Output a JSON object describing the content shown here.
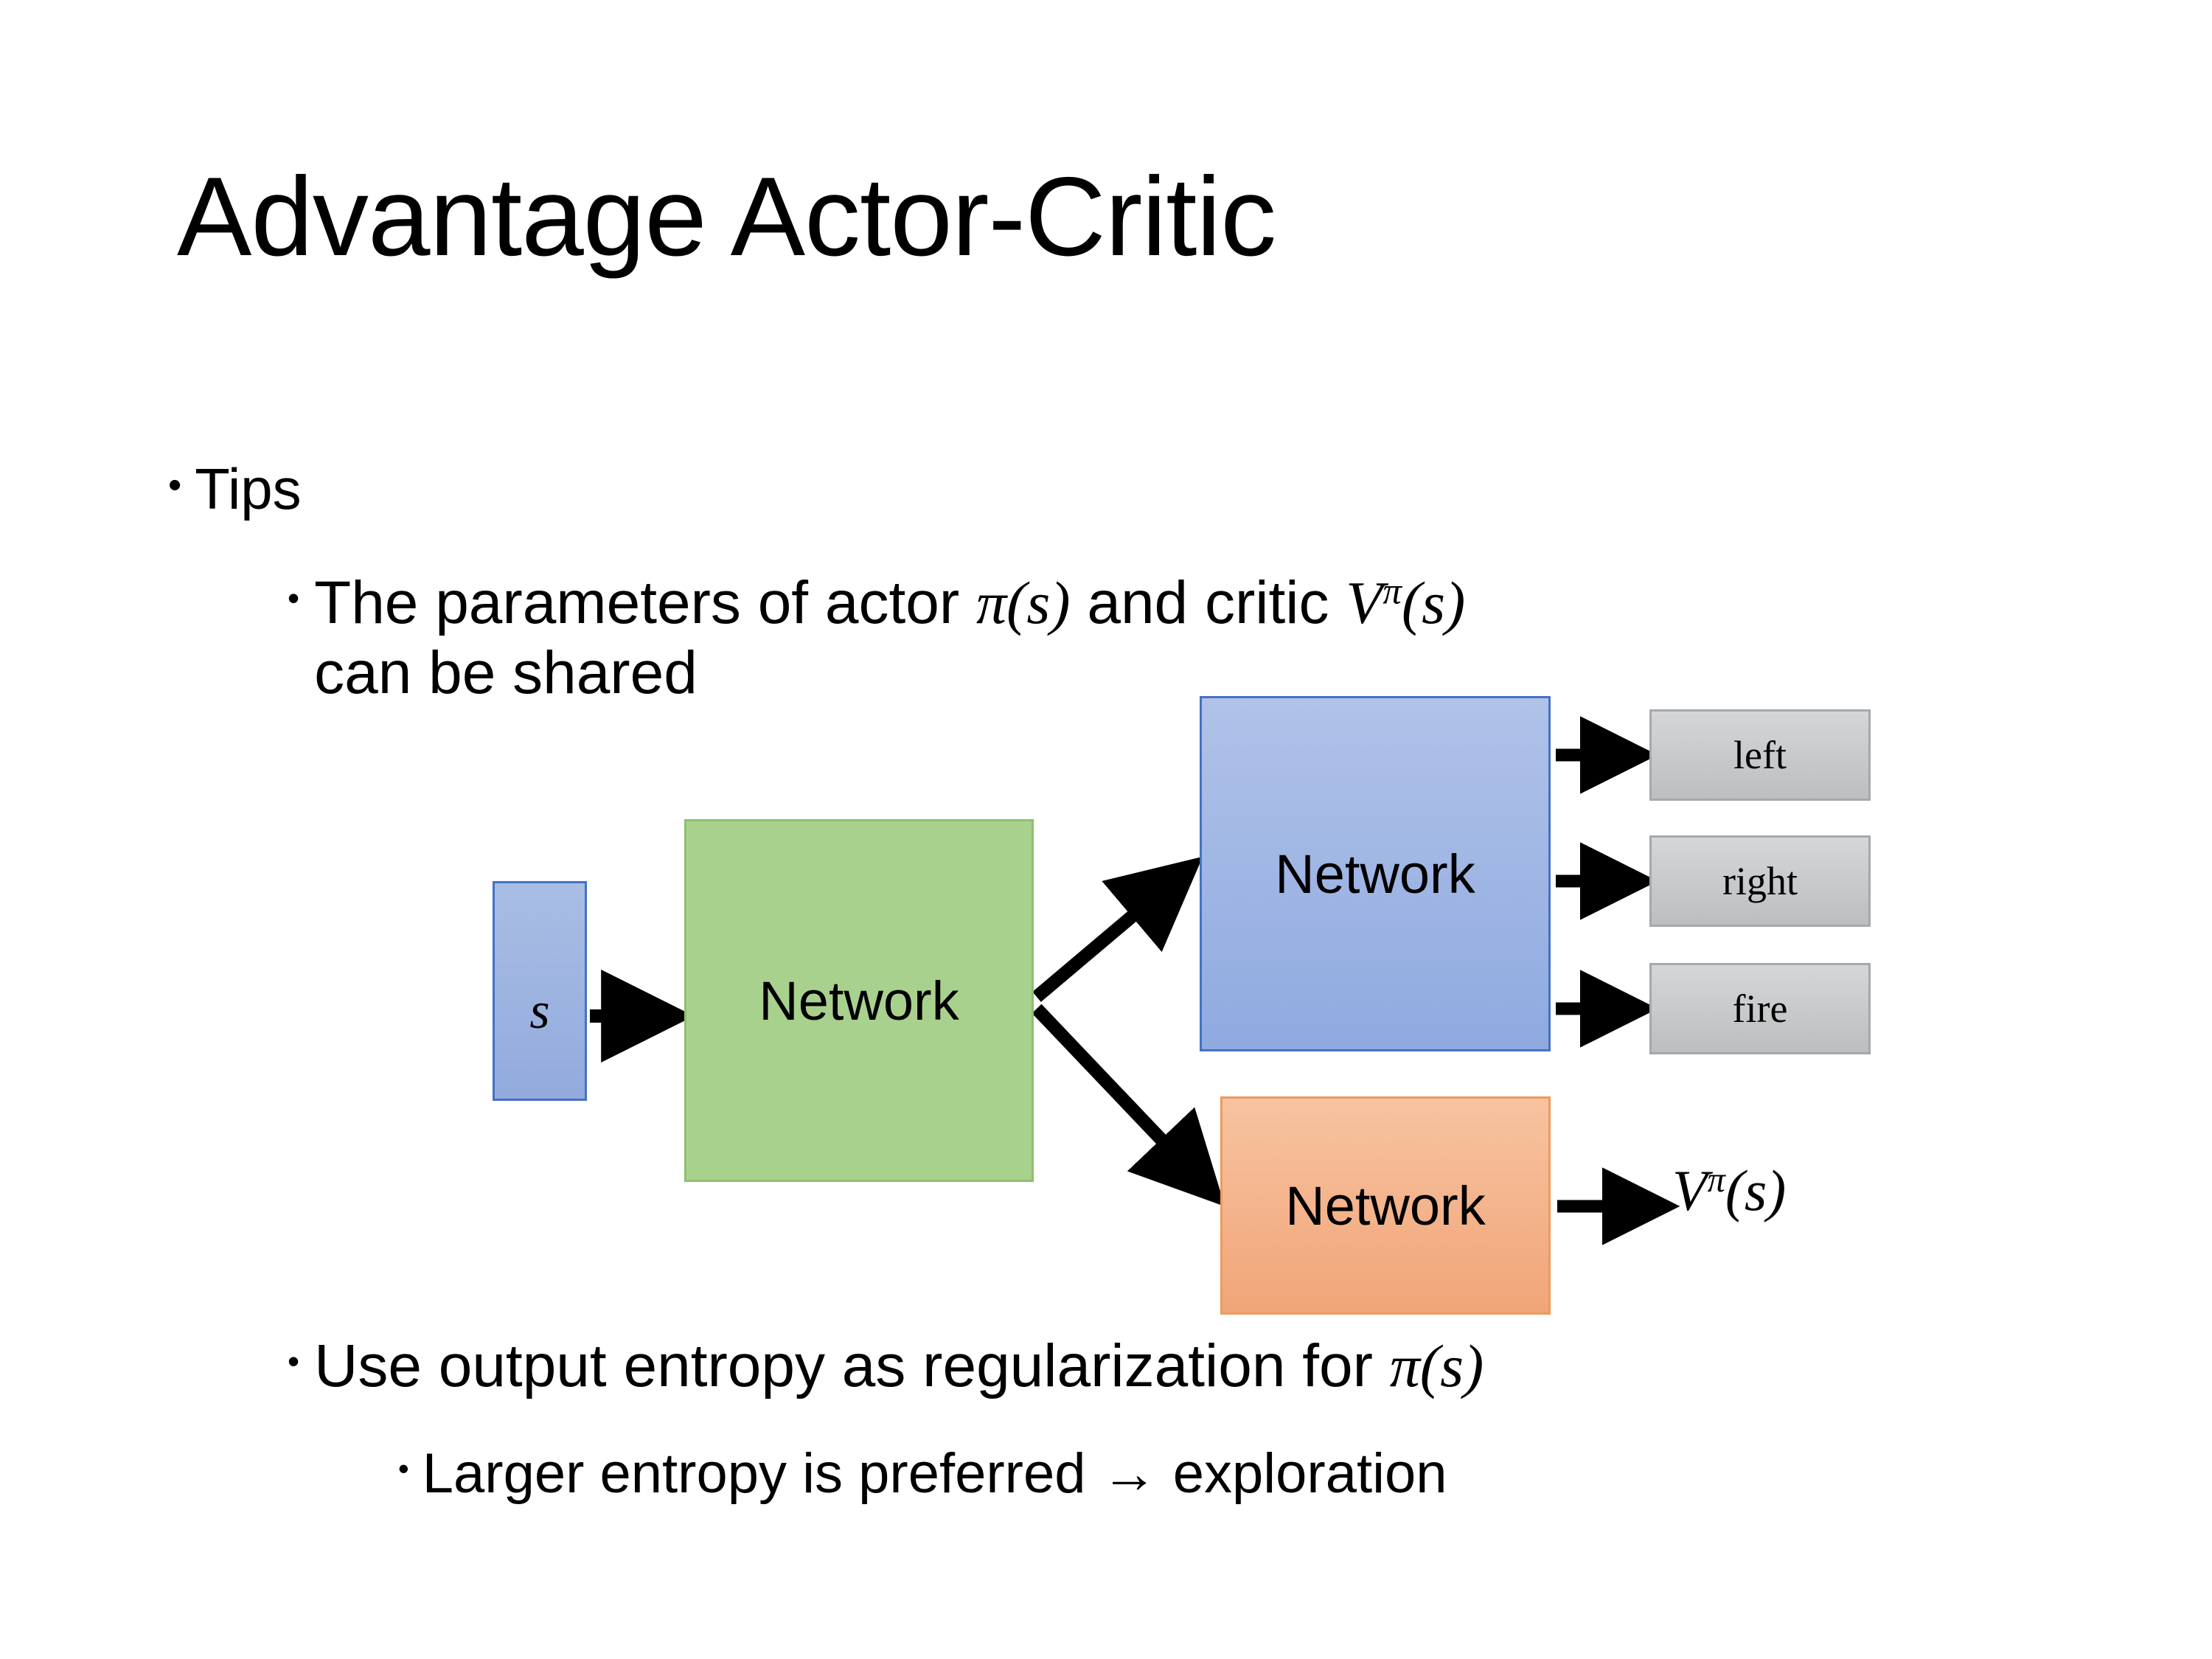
{
  "slide": {
    "title": "Advantage Actor-Critic",
    "background": "#ffffff"
  },
  "bullets": {
    "tips": {
      "marker": "•",
      "text": "Tips"
    },
    "parameters": {
      "marker": "•",
      "text_before_pi": "The parameters of actor ",
      "pi_of_s": "π(s)",
      "text_middle": "  and critic ",
      "v_pi": "V",
      "v_sup": "π",
      "v_arg": "(s)",
      "line2": "can be shared",
      "full_text": "The parameters of actor π(s)  and critic Vπ(s) can be shared"
    },
    "entropy": {
      "marker": "•",
      "text_before_pi": "Use output entropy as regularization for ",
      "pi_of_s": "π(s)",
      "full_text": "Use output entropy as regularization for π(s)"
    },
    "larger": {
      "marker": "•",
      "text": "Larger entropy is preferred → exploration"
    }
  },
  "diagram": {
    "state_box": {
      "label": "s",
      "fill": "#93aadd",
      "stroke": "#4472c4"
    },
    "shared_network": {
      "label": "Network",
      "fill": "#a9d18e",
      "stroke": "#8fbf6e"
    },
    "actor_network": {
      "label": "Network",
      "fill": "#8faae0",
      "stroke": "#4472c4"
    },
    "critic_network": {
      "label": "Network",
      "fill": "#f1a579",
      "stroke": "#ed9a5d"
    },
    "actions": [
      {
        "label": "left",
        "fill": "#bcbec0",
        "stroke": "#a6a8ab"
      },
      {
        "label": "right",
        "fill": "#bcbec0",
        "stroke": "#a6a8ab"
      },
      {
        "label": "fire",
        "fill": "#bcbec0",
        "stroke": "#a6a8ab"
      }
    ],
    "value_output": {
      "symbol": "V",
      "superscript": "π",
      "argument": "(s)"
    },
    "arrow_color": "#000000"
  }
}
